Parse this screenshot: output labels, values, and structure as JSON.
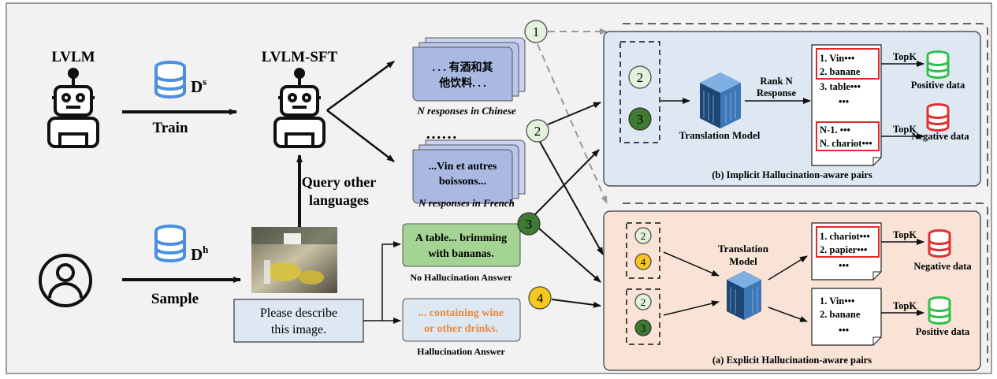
{
  "left": {
    "lvlm_label": "LVLM",
    "lvlm_sft_label": "LVLM-SFT",
    "ds_base": "D",
    "ds_sup": "s",
    "dh_base": "D",
    "dh_sup": "h",
    "train_label": "Train",
    "sample_label": "Sample",
    "query_line1": "Query other",
    "query_line2": "languages",
    "ellipsis": "……"
  },
  "responses": {
    "chinese_text_line1": ". . . 有酒和其",
    "chinese_text_line2": "他饮料. . .",
    "chinese_caption": "N responses  in Chinese",
    "french_text_line1": "...Vin et autres",
    "french_text_line2": "boissons...",
    "french_caption": "N responses  in French"
  },
  "answers": {
    "prompt_line1": "Please describe",
    "prompt_line2": "this image.",
    "no_hallu_line1": "A table... brimming",
    "no_hallu_line2": "with bananas.",
    "no_hallu_caption": "No Hallucination Answer",
    "hallu_line1": "... containing wine",
    "hallu_line2": "or other drinks.",
    "hallu_caption": "Hallucination Answer"
  },
  "markers": {
    "m1": "1",
    "m2": "2",
    "m3": "3",
    "m4": "4"
  },
  "implicit": {
    "title": "(b) Implicit Hallucination-aware pairs",
    "model_label": "Translation Model",
    "rank_line1": "Rank N",
    "rank_line2": "Response",
    "list": [
      "1. Vin•••",
      "2. banane",
      "3. table•••",
      "•••",
      "N-1. •••",
      "N. chariot•••"
    ],
    "topk": "TopK",
    "positive": "Positive data",
    "negative": "Negative data"
  },
  "explicit": {
    "title": "(a) Explicit Hallucination-aware pairs",
    "model_line1": "Translation",
    "model_line2": "Model",
    "neg_list": [
      "1. chariot•••",
      "2. papier•••",
      "•••"
    ],
    "pos_list": [
      "1. Vin•••",
      "2. banane",
      "•••"
    ],
    "topk": "TopK",
    "positive": "Positive data",
    "negative": "Negative data"
  },
  "colors": {
    "implicit_bg": "#dde8f3",
    "explicit_bg": "#f8e3d6",
    "db_blue": "#4a8fe0",
    "db_green": "#2fc24a",
    "db_red": "#e23030",
    "marker_light": "#e4f2dc",
    "marker_dark": "#3f7a32",
    "marker_yellow": "#f6c71e",
    "card_blue": "#aab9e2",
    "green_box": "#a4d494",
    "answer_orange": "#e88a3c"
  }
}
